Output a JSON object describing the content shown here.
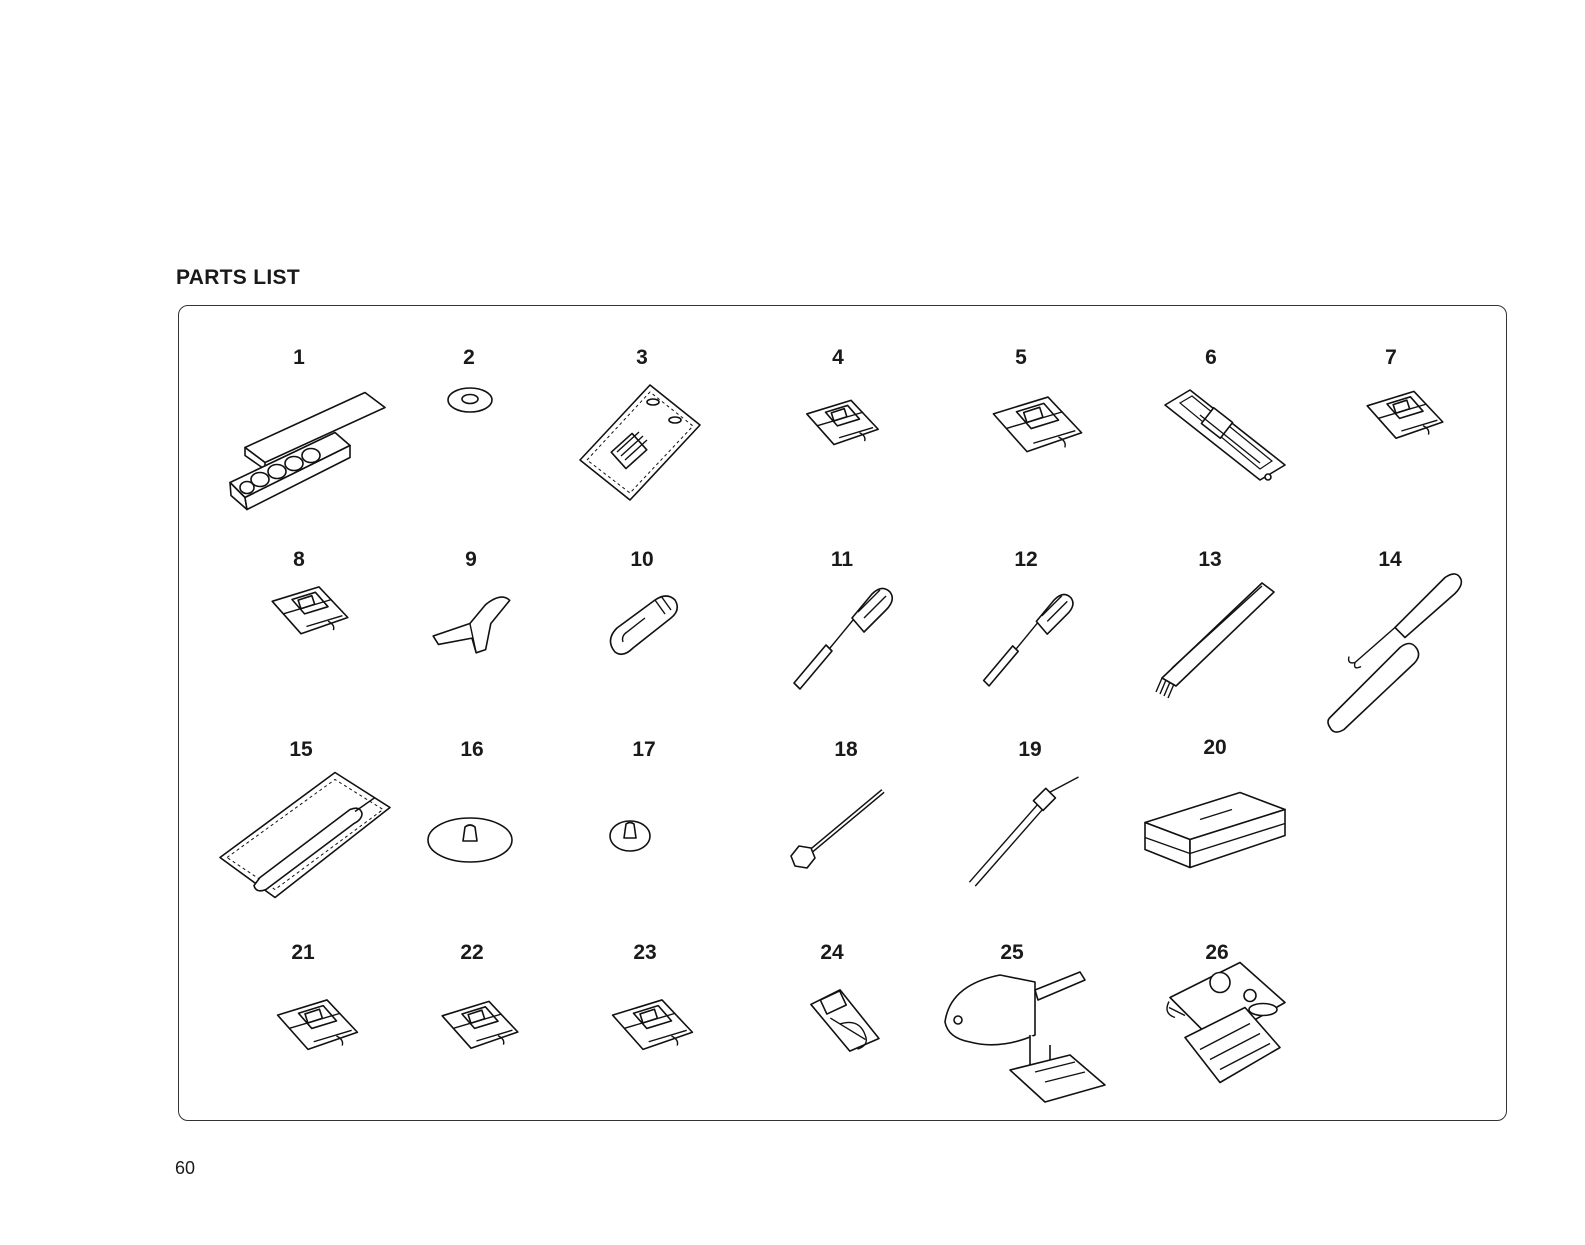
{
  "heading": "PARTS LIST",
  "page_number": "60",
  "parts": [
    {
      "number": "1",
      "icon": "bobbin-case-icon"
    },
    {
      "number": "2",
      "icon": "spool-pin-felt-icon"
    },
    {
      "number": "3",
      "icon": "needle-pack-icon"
    },
    {
      "number": "4",
      "icon": "presser-foot-icon"
    },
    {
      "number": "5",
      "icon": "presser-foot-icon"
    },
    {
      "number": "6",
      "icon": "buttonhole-foot-icon"
    },
    {
      "number": "7",
      "icon": "presser-foot-icon"
    },
    {
      "number": "8",
      "icon": "presser-foot-icon"
    },
    {
      "number": "9",
      "icon": "edge-guide-icon"
    },
    {
      "number": "10",
      "icon": "light-bulb-icon"
    },
    {
      "number": "11",
      "icon": "screwdriver-icon"
    },
    {
      "number": "12",
      "icon": "screwdriver-icon"
    },
    {
      "number": "13",
      "icon": "lint-brush-icon"
    },
    {
      "number": "14",
      "icon": "seam-ripper-icon"
    },
    {
      "number": "15",
      "icon": "twin-needle-pack-icon"
    },
    {
      "number": "16",
      "icon": "spool-cap-large-icon"
    },
    {
      "number": "17",
      "icon": "spool-cap-small-icon"
    },
    {
      "number": "18",
      "icon": "spool-pin-icon"
    },
    {
      "number": "19",
      "icon": "twin-needle-icon"
    },
    {
      "number": "20",
      "icon": "accessory-box-icon"
    },
    {
      "number": "21",
      "icon": "presser-foot-icon"
    },
    {
      "number": "22",
      "icon": "presser-foot-icon"
    },
    {
      "number": "23",
      "icon": "presser-foot-icon"
    },
    {
      "number": "24",
      "icon": "hemmer-foot-icon"
    },
    {
      "number": "25",
      "icon": "walking-foot-icon"
    },
    {
      "number": "26",
      "icon": "ruffler-icon"
    }
  ]
}
